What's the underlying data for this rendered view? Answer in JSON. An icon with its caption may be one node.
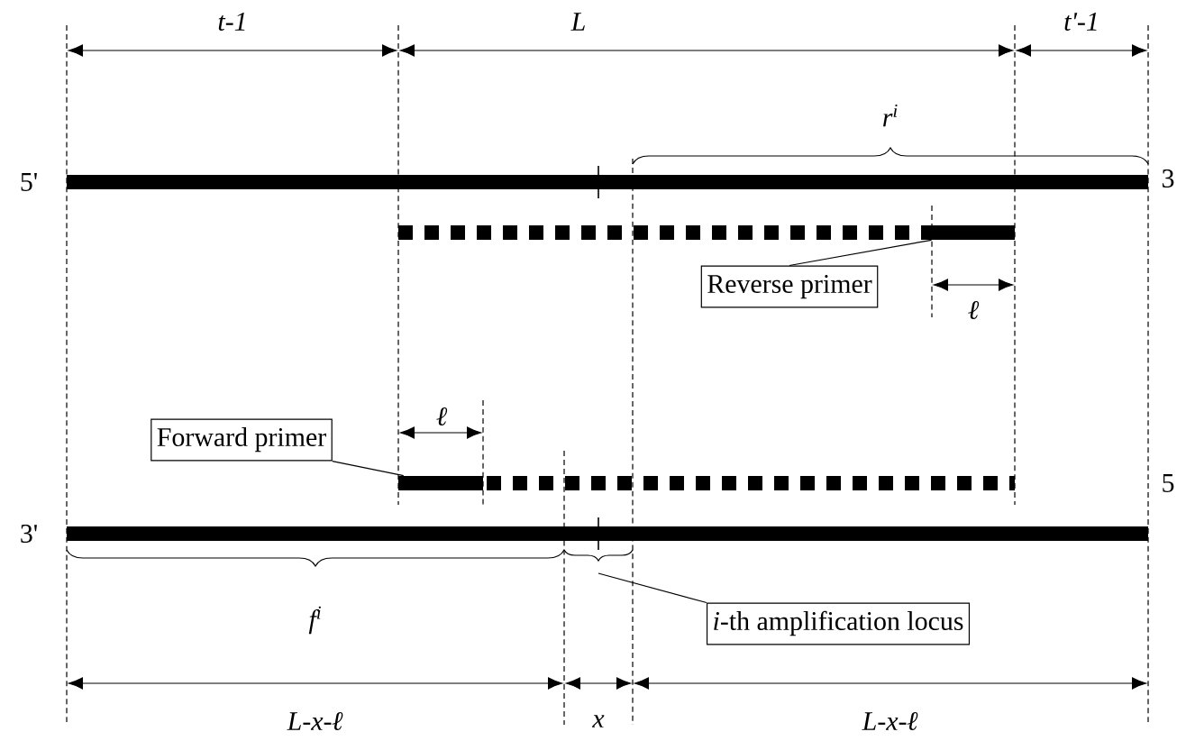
{
  "diagram": {
    "nodes": [
      {
        "text": [
          "Reverse primer"
        ]
      },
      {
        "text": [],
        "shape": "bar"
      },
      {
        "text": [
          "Forward primer"
        ]
      },
      {
        "text": [],
        "shape": "bar"
      },
      {
        "text": [
          "*i*-th amplification locus"
        ]
      }
    ],
    "edges": [
      {
        "from": 0,
        "to": 1,
        "arrow": "none"
      },
      {
        "from": 2,
        "to": 3,
        "arrow": "none"
      },
      {
        "from": 4,
        "to": null,
        "arrow": "none"
      }
    ],
    "labels": [
      "t-1",
      "L",
      "t'-1",
      "r$^{i}$",
      "5'",
      "3",
      "ℓ",
      "ℓ",
      "5",
      "3'",
      "f$^{i}$",
      "L-x-**ℓ**",
      "x",
      "L-x-**ℓ**"
    ]
  }
}
